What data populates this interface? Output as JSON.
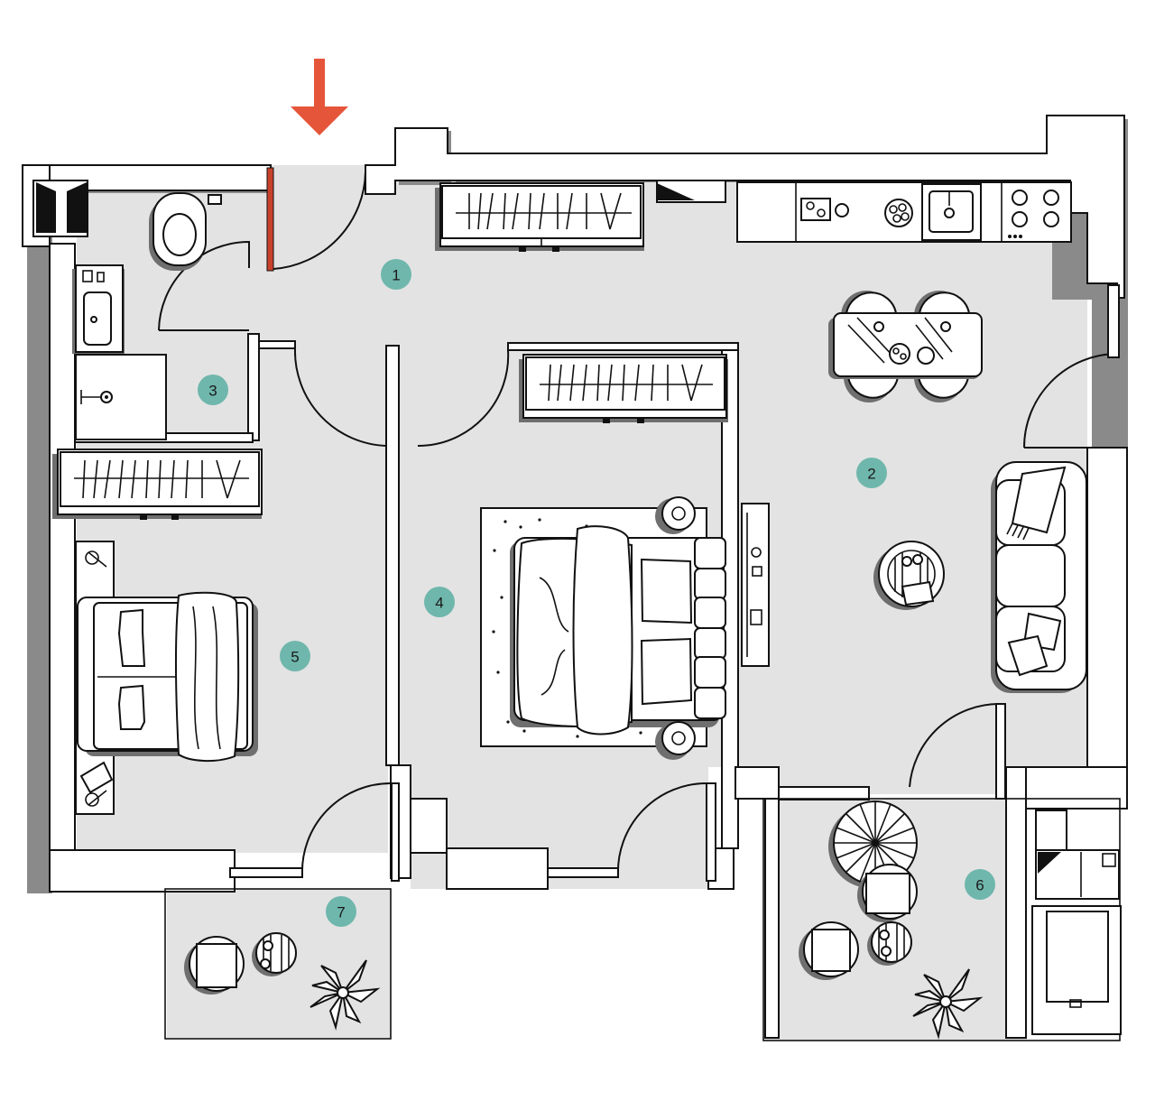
{
  "colors": {
    "entrance_arrow": "#e4553a",
    "entrance_door": "#c8412a",
    "room_marker": "#6fb6ac",
    "floor": "#e3e3e3",
    "wall": "#ffffff",
    "line": "#111111"
  },
  "icons": [
    "entrance-arrow-icon",
    "toilet-icon",
    "sink-icon",
    "shower-icon",
    "wardrobe-icon",
    "bed-icon",
    "stove-icon",
    "kitchen-sink-icon",
    "dining-table-icon",
    "chair-icon",
    "sofa-icon",
    "coffee-table-icon",
    "umbrella-icon",
    "plant-icon",
    "armchair-icon",
    "side-table-icon",
    "washing-machine-icon"
  ],
  "rooms": [
    {
      "id": "1",
      "label": "1"
    },
    {
      "id": "2",
      "label": "2"
    },
    {
      "id": "3",
      "label": "3"
    },
    {
      "id": "4",
      "label": "4"
    },
    {
      "id": "5",
      "label": "5"
    },
    {
      "id": "6",
      "label": "6"
    },
    {
      "id": "7",
      "label": "7"
    }
  ]
}
